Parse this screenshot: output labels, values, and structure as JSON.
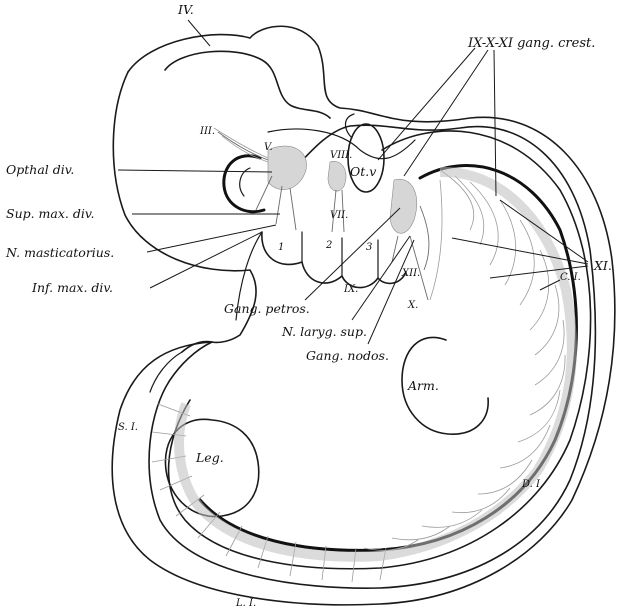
{
  "labels": {
    "iv": "IV.",
    "ix_x_xi_crest": "IX-X-XI gang. crest.",
    "iii": "III.",
    "v": "V.",
    "viii": "VIII.",
    "otv": "Ot.v",
    "opthal_div": "Opthal div.",
    "sup_max_div": "Sup. max. div.",
    "n_masticatorius": "N. masticatorius.",
    "inf_max_div": "Inf. max. div.",
    "vii": "VII.",
    "arch_1": "1",
    "arch_2": "2",
    "arch_3": "3",
    "ix": "IX.",
    "xii": "XII.",
    "x": "X.",
    "xi": "XI.",
    "c1": "C. I.",
    "gang_petros": "Gang. petros.",
    "n_laryng_sup": "N. laryg. sup.",
    "gang_nodos": "Gang. nodos.",
    "arm": "Arm.",
    "leg": "Leg.",
    "s1": "S. I.",
    "d1": "D. I.",
    "l1": "L. I."
  }
}
